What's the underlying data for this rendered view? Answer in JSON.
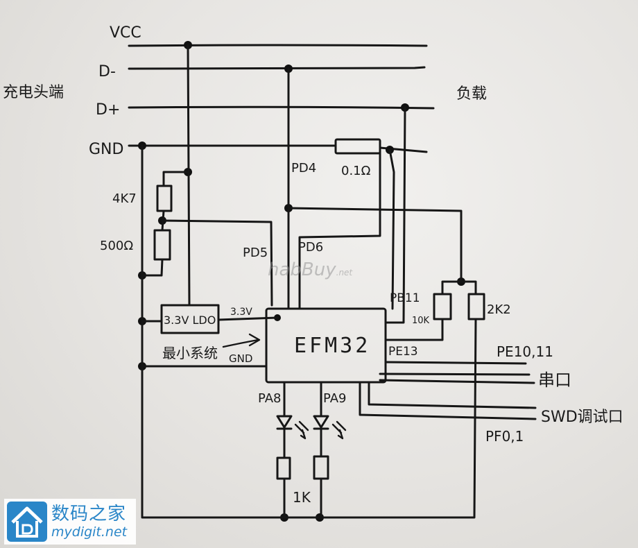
{
  "left_label": "充电头端",
  "right_label": "负载",
  "rails": {
    "vcc": "VCC",
    "dminus": "D-",
    "dplus": "D+",
    "gnd": "GND"
  },
  "components": {
    "shunt": "0.1Ω",
    "r_top": "4K7",
    "r_bottom": "500Ω",
    "ldo": "3.3V LDO",
    "ldo_out": "3.3V",
    "min_system": "最小系统",
    "gnd_small": "GND",
    "mcu": "EFM32",
    "r_10k": "10K",
    "r_2k2": "2K2",
    "r_led": "1K"
  },
  "pins": {
    "pd4": "PD4",
    "pd5": "PD5",
    "pd6": "PD6",
    "pb11": "PB11",
    "pe13": "PE13",
    "pa8": "PA8",
    "pa9": "PA9",
    "pe1011": "PE10,11",
    "pf01": "PF0,1"
  },
  "interfaces": {
    "uart": "串口",
    "swd": "SWD调试口"
  },
  "watermark": {
    "cn": "数码之家",
    "url": "mydigit.net"
  },
  "center_watermark": {
    "main": "habBuy",
    "suffix": ".net"
  }
}
